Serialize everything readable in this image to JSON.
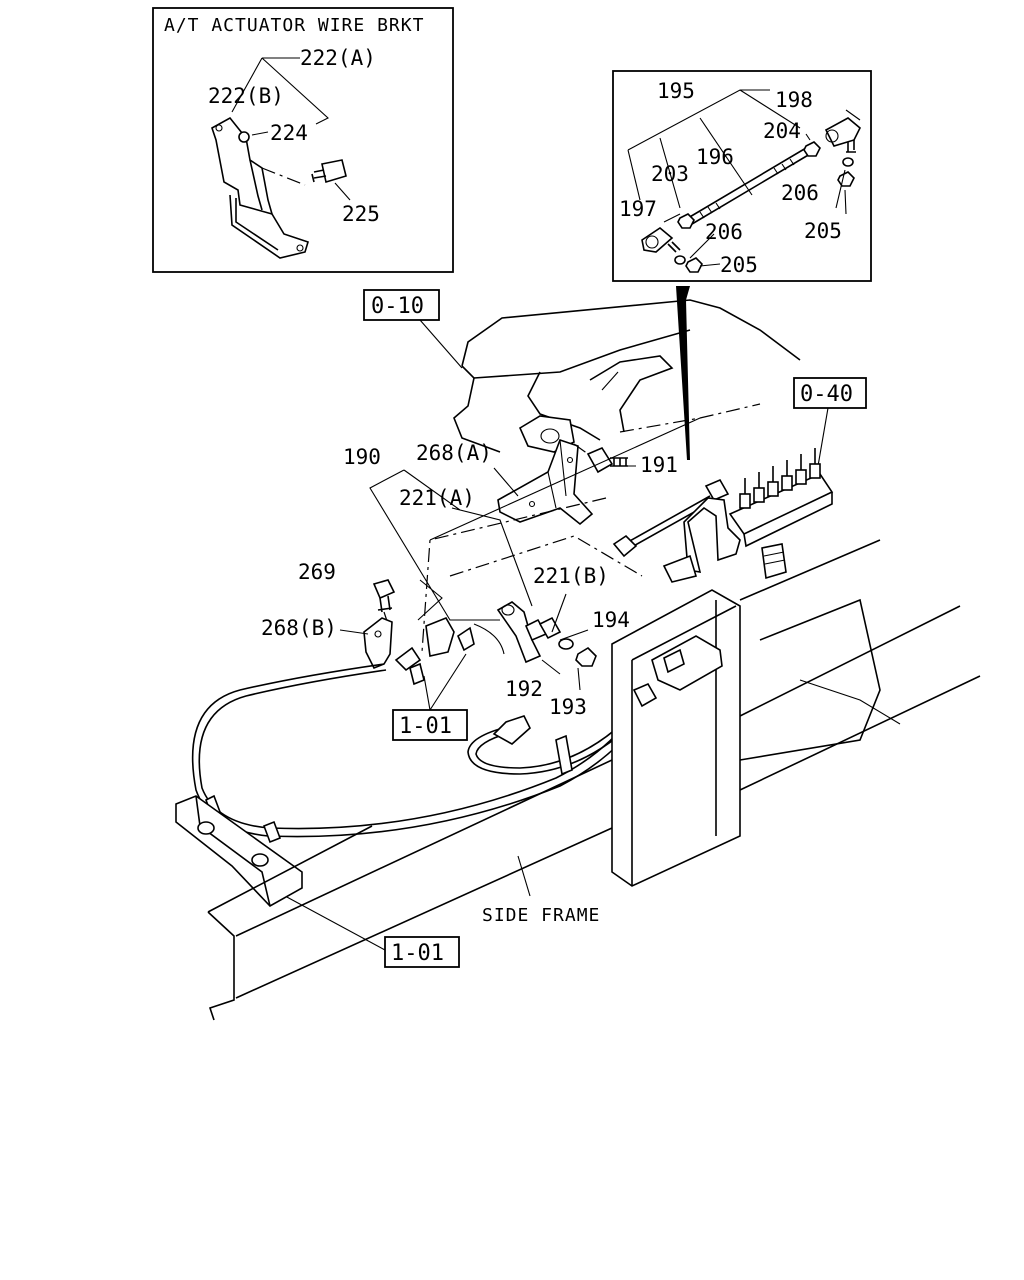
{
  "inset_left": {
    "title": "A/T ACTUATOR WIRE BRKT",
    "labels": {
      "l222a": "222(A)",
      "l222b": "222(B)",
      "l224": "224",
      "l225": "225"
    }
  },
  "inset_right": {
    "labels": {
      "l195": "195",
      "l198": "198",
      "l204": "204",
      "l196": "196",
      "l203": "203",
      "l206a": "206",
      "l197": "197",
      "l206b": "206",
      "l205a": "205",
      "l205b": "205"
    }
  },
  "refs": {
    "r010": "0-10",
    "r040": "0-40",
    "r101a": "1-01",
    "r101b": "1-01"
  },
  "main": {
    "labels": {
      "l190": "190",
      "l268a": "268(A)",
      "l191": "191",
      "l221a": "221(A)",
      "l269": "269",
      "l221b": "221(B)",
      "l268b": "268(B)",
      "l194": "194",
      "l192": "192",
      "l193": "193"
    },
    "side_frame": "SIDE FRAME"
  }
}
